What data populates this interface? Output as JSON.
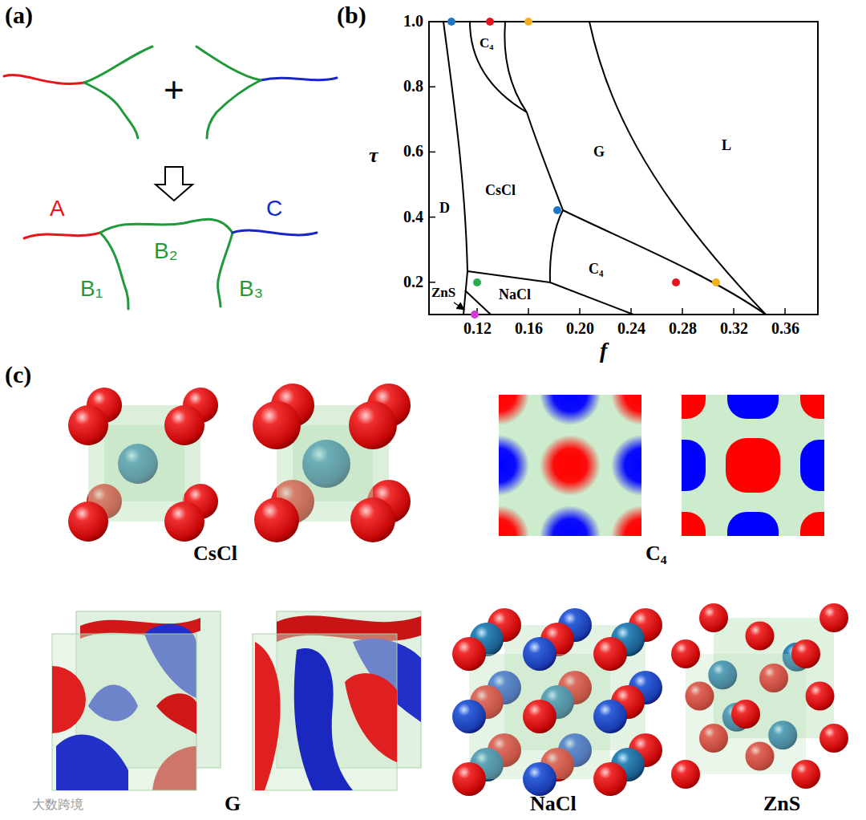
{
  "diagram": {
    "labels": [
      "(a)",
      "+",
      "A",
      "B₂",
      "C",
      "B₁",
      "B₃",
      "(b)",
      "1.0",
      "0.8",
      "0.6",
      "0.4",
      "0.2",
      "0.12",
      "0.16",
      "0.20",
      "0.24",
      "0.28",
      "0.32",
      "0.36",
      "τ",
      "f",
      "C₄",
      "D",
      "CsCl",
      "G",
      "L",
      "C₄",
      "ZnS",
      "NaCl",
      "(c)",
      "CsCl",
      "C₄",
      "G",
      "NaCl",
      "ZnS",
      "大数跨境"
    ]
  }
}
